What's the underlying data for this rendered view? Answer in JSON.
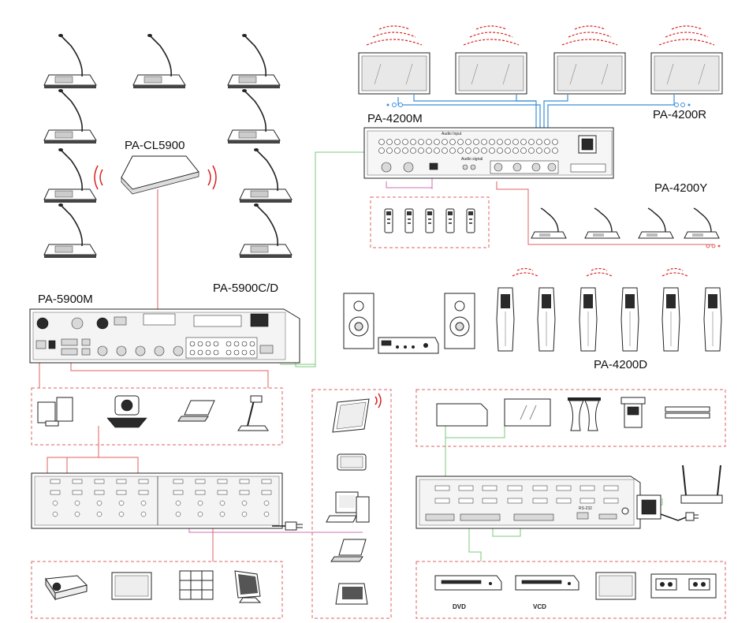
{
  "labels": {
    "pa_cl5900": "PA-CL5900",
    "pa_5900cd": "PA-5900C/D",
    "pa_5900m": "PA-5900M",
    "pa_4200m": "PA-4200M",
    "pa_4200r": "PA-4200R",
    "pa_4200y": "PA-4200Y",
    "pa_4200d": "PA-4200D",
    "dvd": "DVD",
    "vcd": "VCD"
  },
  "panel_text": {
    "audio_input": "Audio Input",
    "audio_signal": "Audio signal",
    "rs232": "RS-232"
  },
  "colors": {
    "red_link": "#e06060",
    "green_link": "#7cc97c",
    "blue_link": "#3a8fd8",
    "pink_link": "#d070b0",
    "wireless": "#d82020"
  },
  "icons": [
    "conference-microphone-icon",
    "wireless-router-icon",
    "line-array-speaker-icon",
    "handheld-receiver-icon",
    "bookshelf-speaker-icon",
    "amplifier-icon",
    "wireless-mic-receiver-icon",
    "desktop-computer-icon",
    "ptz-camera-icon",
    "laptop-icon",
    "document-camera-icon",
    "tablet-icon",
    "smartphone-icon",
    "projection-screen-icon",
    "curtain-icon",
    "lift-icon",
    "light-bar-icon",
    "projector-icon",
    "display-icon",
    "video-wall-icon",
    "monitor-icon",
    "dvd-player-icon",
    "vcd-player-icon",
    "cassette-deck-icon",
    "touch-panel-icon",
    "antenna-icon",
    "power-plug-icon"
  ]
}
